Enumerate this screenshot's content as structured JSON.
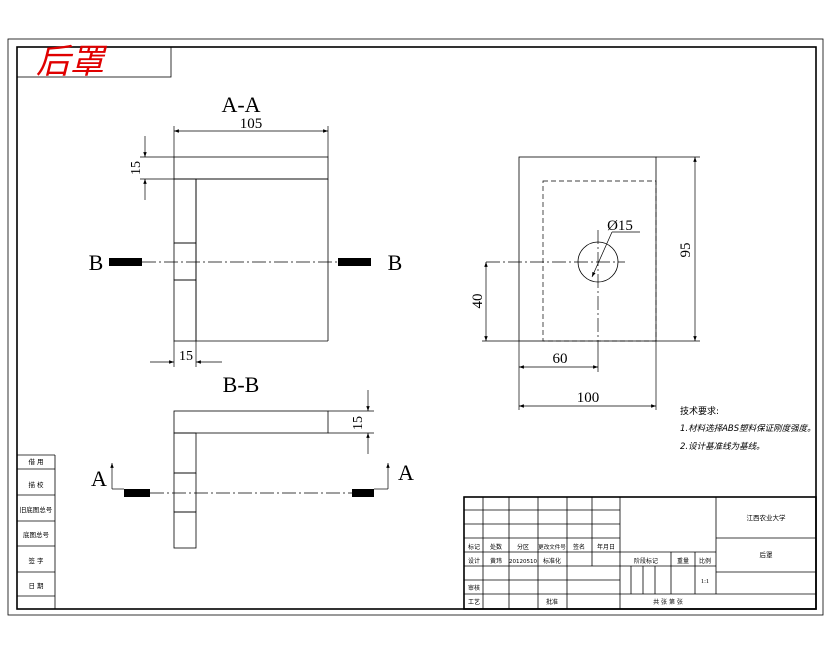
{
  "stamp": {
    "text": "后罩",
    "color": "#e00000"
  },
  "section_aa": {
    "title": "A-A",
    "dim_width": "105",
    "dim_top": "15",
    "dim_wall": "15",
    "marker_left": "B",
    "marker_right": "B"
  },
  "section_bb": {
    "title": "B-B",
    "dim_top": "15",
    "marker_left": "A",
    "marker_right": "A"
  },
  "top_view": {
    "dim_hole": "Ø15",
    "dim_height": "95",
    "dim_hole_y": "40",
    "dim_hole_x": "60",
    "dim_width": "100"
  },
  "tech_notes": {
    "heading": "技术要求:",
    "line1": "1.材料选择ABS塑料保证刚度强度。",
    "line2": "2.设计基准线为基线。"
  },
  "side_table": [
    "借 用",
    "描 校",
    "旧底图总号",
    "底图总号",
    "签 字",
    "日 期"
  ],
  "title_block": {
    "school": "江西农业大学",
    "part_name": "后罩",
    "row_labels": [
      "标记",
      "处数",
      "分区",
      "更改文件号",
      "签名",
      "年月日"
    ],
    "design_row": [
      "设计",
      "黄玮",
      "20120510",
      "标准化"
    ],
    "stage_label": "阶段标记",
    "weight_label": "重量",
    "scale_label": "比例",
    "scale_value": "1:1",
    "audit_label": "审核",
    "process_label": "工艺",
    "approve_label": "批准",
    "sheets_label": "共  张  第  张"
  }
}
